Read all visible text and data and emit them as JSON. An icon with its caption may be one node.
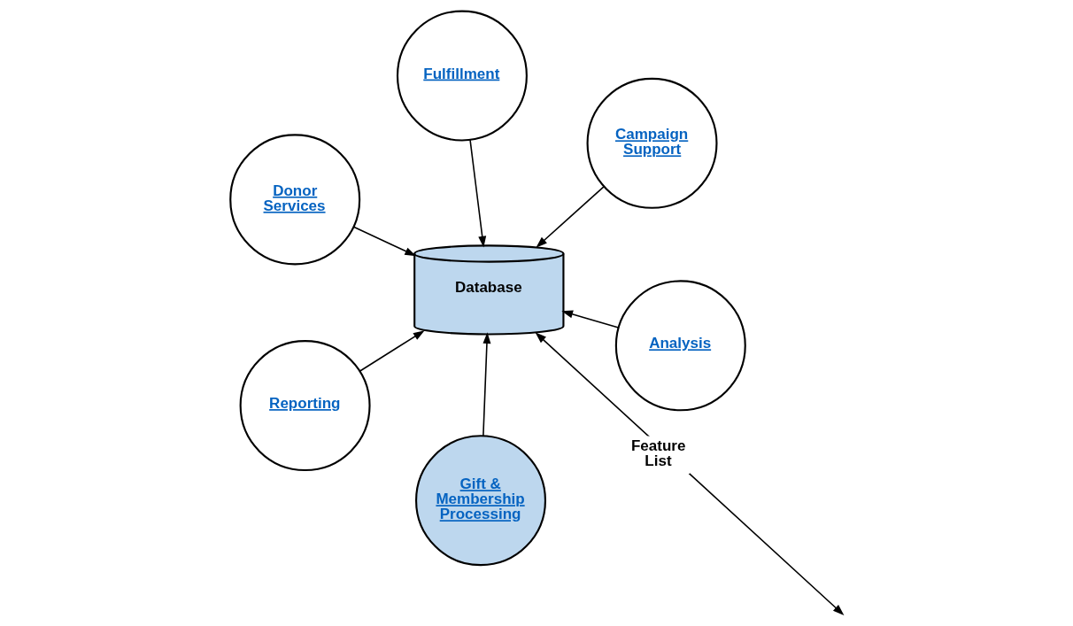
{
  "diagram": {
    "nodes": [
      {
        "text": [
          "Donor Services"
        ]
      },
      {
        "text": [
          "Analysis"
        ]
      },
      {
        "text": [
          "Gift & Membership Processing"
        ]
      },
      {
        "text": [
          "Database"
        ]
      },
      {
        "text": [
          "Fulfillment"
        ]
      },
      {
        "text": [
          "Campaign Support"
        ]
      },
      {
        "text": [
          "Reporting"
        ]
      }
    ],
    "edges": [
      {
        "from": 0,
        "to": 3,
        "arrow": "to"
      },
      {
        "from": 1,
        "to": 3,
        "arrow": "to"
      },
      {
        "from": 2,
        "to": 3,
        "arrow": "to"
      },
      {
        "from": 4,
        "to": 3,
        "arrow": "to"
      },
      {
        "from": 5,
        "to": 3,
        "arrow": "to"
      },
      {
        "from": 6,
        "to": 3,
        "arrow": "to"
      },
      {
        "from": 3,
        "to": null,
        "arrow": "both",
        "label": "Feature List"
      }
    ]
  }
}
